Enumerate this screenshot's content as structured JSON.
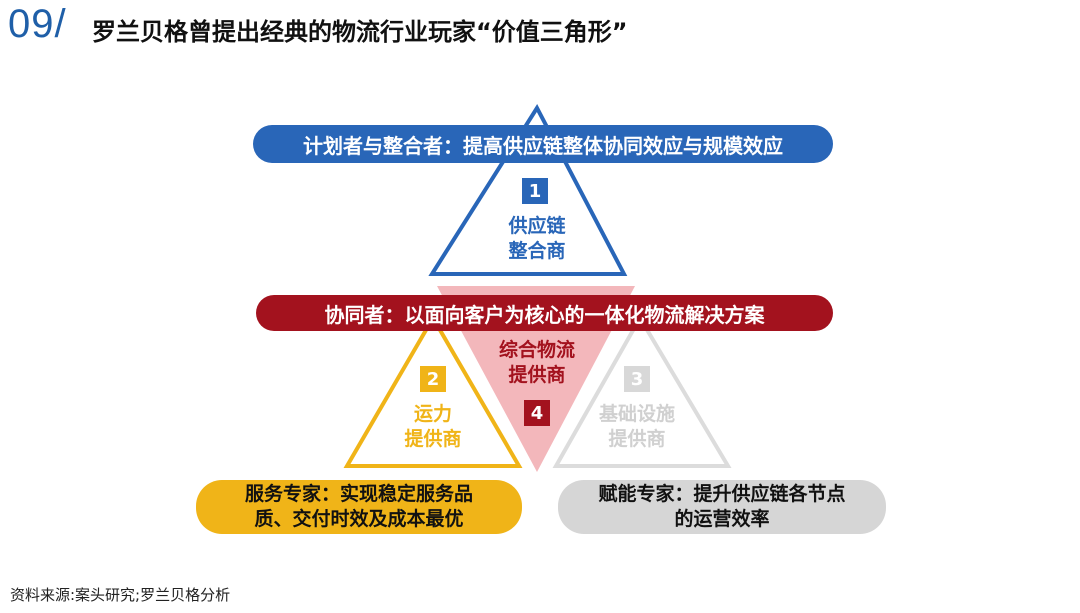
{
  "header": {
    "number": "09/",
    "title": "罗兰贝格曾提出经典的物流行业玩家“价值三角形”"
  },
  "bands": {
    "planner": "计划者与整合者：提高供应链整体协同效应与规模效应",
    "collaborator": "协同者：以面向客户为核心的一体化物流解决方案"
  },
  "nodes": [
    {
      "num": "1",
      "line1": "供应链",
      "line2": "整合商"
    },
    {
      "num": "2",
      "line1": "运力",
      "line2": "提供商"
    },
    {
      "num": "3",
      "line1": "基础设施",
      "line2": "提供商"
    },
    {
      "num": "4",
      "line1": "综合物流",
      "line2": "提供商"
    }
  ],
  "experts": {
    "service": {
      "line1": "服务专家：实现稳定服务品",
      "line2": "质、交付时效及成本最优"
    },
    "enabling": {
      "line1": "赋能专家：提升供应链各节点",
      "line2": "的运营效率"
    }
  },
  "source": "资料来源:案头研究;罗兰贝格分析",
  "colors": {
    "blue": "#2966b8",
    "red": "#a3121e",
    "yellow": "#f0b418",
    "grey": "#d6d6d6",
    "pink": "#f3b7bb",
    "light_grey_text": "#d0d0d0"
  }
}
